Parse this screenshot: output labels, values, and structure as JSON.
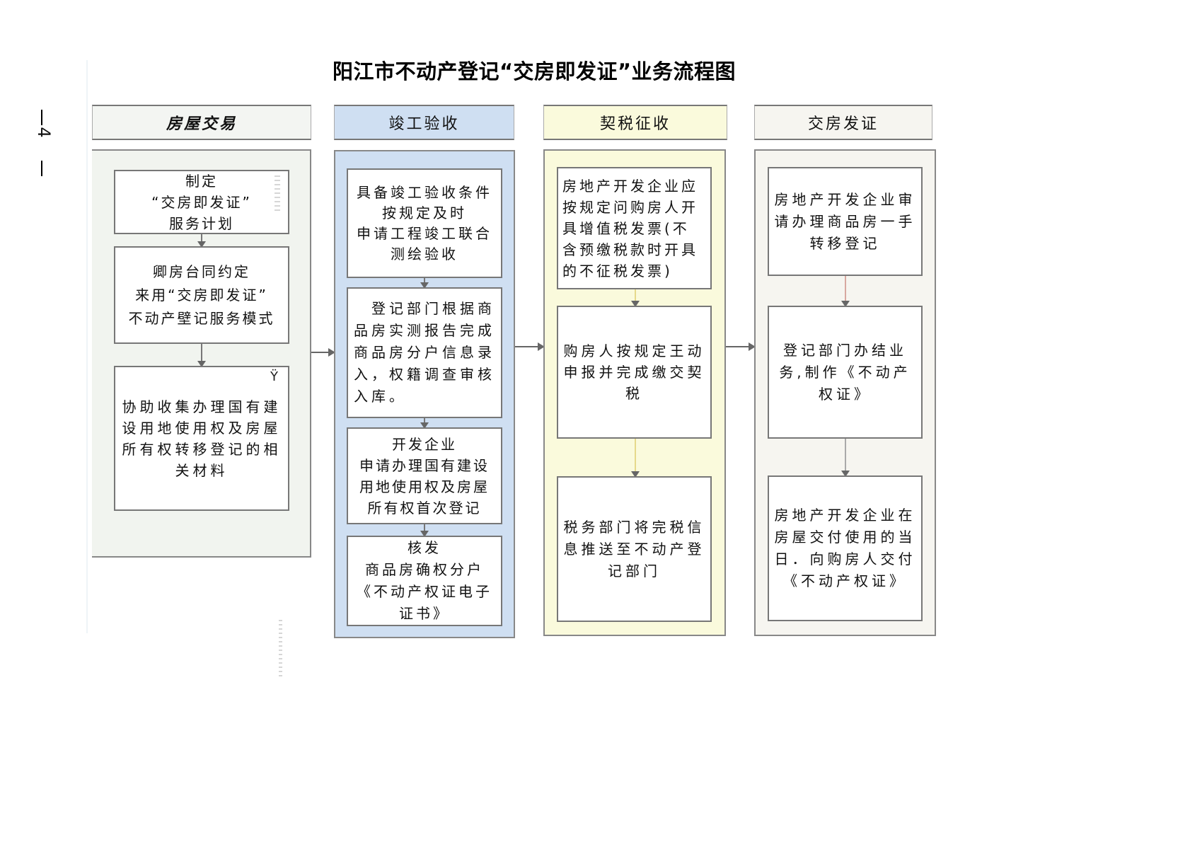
{
  "page": {
    "title": "阳江市不动产登记“交房即发证”业务流程图",
    "page_number": "4",
    "colors": {
      "col1_bg": "#f1f4ef",
      "col2_bg": "#cfdff2",
      "col3_bg": "#fafadc",
      "col4_bg": "#f6f5f0",
      "border": "#777777",
      "arrow": "#666666"
    }
  },
  "columns": [
    {
      "header": "房屋交易",
      "steps": [
        "制定\n“交房即发证”\n服务计划",
        "卿房台同约定\n来用“交房即发证”\n不动产壁记服务模式",
        "协助收集办理国有建设用地使用权及房屋所有权转移登记的相关材料"
      ],
      "mark": "Ϋ"
    },
    {
      "header": "竣工验收",
      "steps": [
        "具备竣工验收条件\n按规定及时\n申请工程竣工联合\n测绘验收",
        "　登记部门根据商品房实测报告完成商品房分户信息录入，权籍调查审核入库。",
        "开发企业\n申请办理国有建设用地使用权及房屋所有权首次登记",
        "核发\n商品房确权分户\n《不动产权证电子证书》"
      ]
    },
    {
      "header": "契税征收",
      "steps": [
        "房地产开发企业应按规定问购房人开具增值税发票(不含预缴税款时开具的不征税发票)",
        "购房人按规定王动申报并完成缴交契税",
        "税务部门将完税信息推送至不动产登记部门"
      ]
    },
    {
      "header": "交房发证",
      "steps": [
        "房地产开发企业审请办理商品房一手转移登记",
        "登记部门办结业务,制作《不动产权证》",
        "房地产开发企业在房屋交付使用的当日．向购房人交付《不动产权证》"
      ]
    }
  ]
}
